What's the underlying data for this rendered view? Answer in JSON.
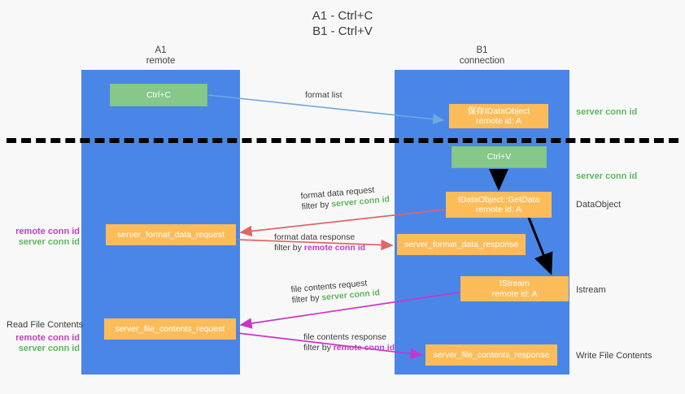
{
  "title": {
    "line1": "A1 - Ctrl+C",
    "line2": "B1 - Ctrl+V"
  },
  "lanes": {
    "left": {
      "name": "A1",
      "role": "remote"
    },
    "right": {
      "name": "B1",
      "role": "connection"
    }
  },
  "boxes": {
    "ctrl_c": {
      "label": "Ctrl+C",
      "color": "#85c88a"
    },
    "ctrl_v": {
      "label": "Ctrl+V",
      "color": "#85c88a"
    },
    "idataobject": {
      "line1": "保存IDataObject",
      "line2": "remote id: A",
      "color": "#fbbc59"
    },
    "getdata": {
      "line1": "IDataObject::GetData",
      "line2": "remote id: A",
      "color": "#fbbc59"
    },
    "istream": {
      "line1": "IStream",
      "line2": "remote id: A",
      "color": "#fbbc59"
    },
    "server_format_data_request": {
      "label": "server_format_data_request"
    },
    "server_format_data_response": {
      "label": "server_format_data_response"
    },
    "server_file_contents_request": {
      "label": "server_file_contents_request"
    },
    "server_file_contents_response": {
      "label": "server_file_contents_response"
    }
  },
  "right_labels": {
    "server_conn_id_1": "server conn id",
    "server_conn_id_2": "server conn id",
    "dataobject": "DataObject",
    "istream": "Istream",
    "write_file_contents": "Write File Contents"
  },
  "left_labels": {
    "read_file_contents": "Read File Contents",
    "remote_conn_id": "remote conn id",
    "server_conn_id": "server conn id"
  },
  "arrow_labels": {
    "format_list": "format list",
    "format_data_request": {
      "line1": "format data request",
      "filter_prefix": "filter by ",
      "filter_value": "server conn id"
    },
    "format_data_response": {
      "line1": "format data response",
      "filter_prefix": "filter by ",
      "filter_value": "remote conn id"
    },
    "file_contents_request": {
      "line1": "file contents request",
      "filter_prefix": "filter by ",
      "filter_value": "server conn id"
    },
    "file_contents_response": {
      "line1": "file contents response",
      "filter_prefix": "filter by ",
      "filter_value": "remote conn id"
    }
  },
  "colors": {
    "lane": "#4a86e8",
    "green": "#5cb85c",
    "magenta": "#c040c0",
    "orange": "#fbbc59",
    "arrow_blue": "#6fa8dc",
    "arrow_red": "#e06666",
    "arrow_magenta": "#cc33cc",
    "arrow_black": "#000000"
  }
}
